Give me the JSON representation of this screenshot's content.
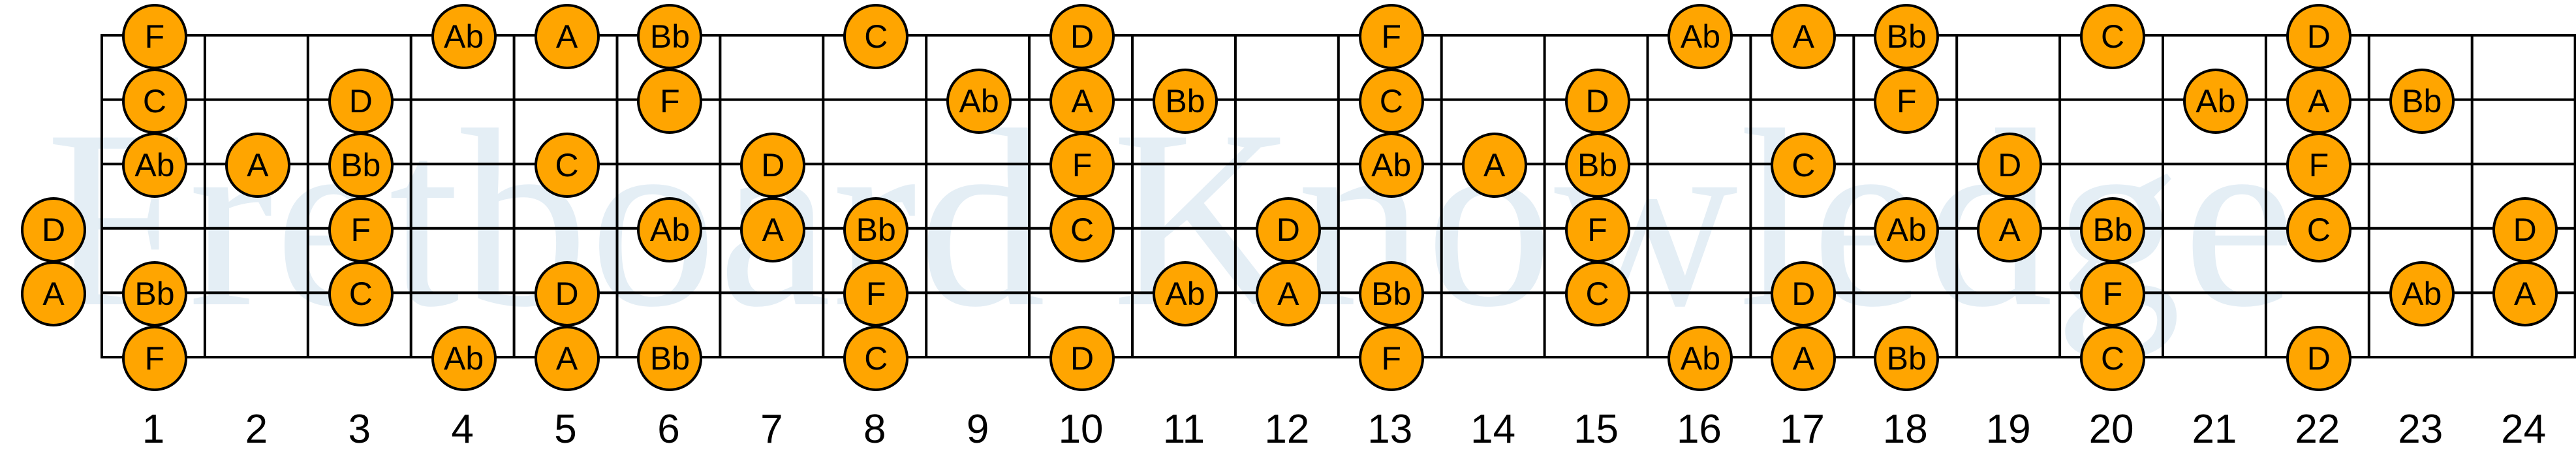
{
  "watermark": "Fretboard Knowledge",
  "colors": {
    "note_fill": "#FFA500",
    "line": "#000000",
    "watermark": "#e4eef5"
  },
  "fret_count": 24,
  "fret_numbers": [
    "1",
    "2",
    "3",
    "4",
    "5",
    "6",
    "7",
    "8",
    "9",
    "10",
    "11",
    "12",
    "13",
    "14",
    "15",
    "16",
    "17",
    "18",
    "19",
    "20",
    "21",
    "22",
    "23",
    "24"
  ],
  "strings": [
    {
      "notes": [
        {
          "fret": 1,
          "note": "F"
        },
        {
          "fret": 4,
          "note": "Ab"
        },
        {
          "fret": 5,
          "note": "A"
        },
        {
          "fret": 6,
          "note": "Bb"
        },
        {
          "fret": 8,
          "note": "C"
        },
        {
          "fret": 10,
          "note": "D"
        },
        {
          "fret": 13,
          "note": "F"
        },
        {
          "fret": 16,
          "note": "Ab"
        },
        {
          "fret": 17,
          "note": "A"
        },
        {
          "fret": 18,
          "note": "Bb"
        },
        {
          "fret": 20,
          "note": "C"
        },
        {
          "fret": 22,
          "note": "D"
        }
      ]
    },
    {
      "notes": [
        {
          "fret": 1,
          "note": "C"
        },
        {
          "fret": 3,
          "note": "D"
        },
        {
          "fret": 6,
          "note": "F"
        },
        {
          "fret": 9,
          "note": "Ab"
        },
        {
          "fret": 10,
          "note": "A"
        },
        {
          "fret": 11,
          "note": "Bb"
        },
        {
          "fret": 13,
          "note": "C"
        },
        {
          "fret": 15,
          "note": "D"
        },
        {
          "fret": 18,
          "note": "F"
        },
        {
          "fret": 21,
          "note": "Ab"
        },
        {
          "fret": 22,
          "note": "A"
        },
        {
          "fret": 23,
          "note": "Bb"
        }
      ]
    },
    {
      "notes": [
        {
          "fret": 1,
          "note": "Ab"
        },
        {
          "fret": 2,
          "note": "A"
        },
        {
          "fret": 3,
          "note": "Bb"
        },
        {
          "fret": 5,
          "note": "C"
        },
        {
          "fret": 7,
          "note": "D"
        },
        {
          "fret": 10,
          "note": "F"
        },
        {
          "fret": 13,
          "note": "Ab"
        },
        {
          "fret": 14,
          "note": "A"
        },
        {
          "fret": 15,
          "note": "Bb"
        },
        {
          "fret": 17,
          "note": "C"
        },
        {
          "fret": 19,
          "note": "D"
        },
        {
          "fret": 22,
          "note": "F"
        }
      ]
    },
    {
      "notes": [
        {
          "fret": 0,
          "note": "D"
        },
        {
          "fret": 3,
          "note": "F"
        },
        {
          "fret": 6,
          "note": "Ab"
        },
        {
          "fret": 7,
          "note": "A"
        },
        {
          "fret": 8,
          "note": "Bb"
        },
        {
          "fret": 10,
          "note": "C"
        },
        {
          "fret": 12,
          "note": "D"
        },
        {
          "fret": 15,
          "note": "F"
        },
        {
          "fret": 18,
          "note": "Ab"
        },
        {
          "fret": 19,
          "note": "A"
        },
        {
          "fret": 20,
          "note": "Bb"
        },
        {
          "fret": 22,
          "note": "C"
        },
        {
          "fret": 24,
          "note": "D"
        }
      ]
    },
    {
      "notes": [
        {
          "fret": 0,
          "note": "A"
        },
        {
          "fret": 1,
          "note": "Bb"
        },
        {
          "fret": 3,
          "note": "C"
        },
        {
          "fret": 5,
          "note": "D"
        },
        {
          "fret": 8,
          "note": "F"
        },
        {
          "fret": 11,
          "note": "Ab"
        },
        {
          "fret": 12,
          "note": "A"
        },
        {
          "fret": 13,
          "note": "Bb"
        },
        {
          "fret": 15,
          "note": "C"
        },
        {
          "fret": 17,
          "note": "D"
        },
        {
          "fret": 20,
          "note": "F"
        },
        {
          "fret": 23,
          "note": "Ab"
        },
        {
          "fret": 24,
          "note": "A"
        }
      ]
    },
    {
      "notes": [
        {
          "fret": 1,
          "note": "F"
        },
        {
          "fret": 4,
          "note": "Ab"
        },
        {
          "fret": 5,
          "note": "A"
        },
        {
          "fret": 6,
          "note": "Bb"
        },
        {
          "fret": 8,
          "note": "C"
        },
        {
          "fret": 10,
          "note": "D"
        },
        {
          "fret": 13,
          "note": "F"
        },
        {
          "fret": 16,
          "note": "Ab"
        },
        {
          "fret": 17,
          "note": "A"
        },
        {
          "fret": 18,
          "note": "Bb"
        },
        {
          "fret": 20,
          "note": "C"
        },
        {
          "fret": 22,
          "note": "D"
        }
      ]
    }
  ]
}
